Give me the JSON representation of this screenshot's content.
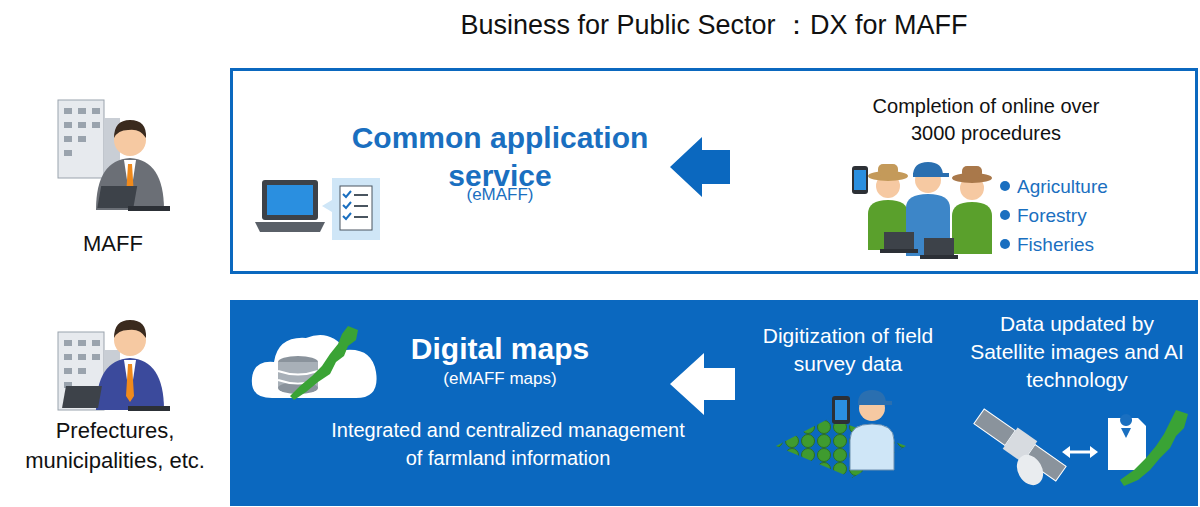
{
  "diagram": {
    "title": "Business for Public Sector ：DX for MAFF",
    "nodes": [
      {
        "text": [
          "Common application service",
          "(eMAFF)",
          "Completion of online over 3000 procedures",
          "Agriculture",
          "Forestry",
          "Fisheries"
        ]
      },
      {
        "text": [
          "Digital maps",
          "(eMAFF maps)",
          "Integrated and centralized management of farmland information",
          "Digitization of field survey data",
          "Data updated by Satellite images and AI technology"
        ]
      }
    ],
    "labels": [
      "MAFF",
      "Prefectures, municipalities, etc."
    ]
  }
}
